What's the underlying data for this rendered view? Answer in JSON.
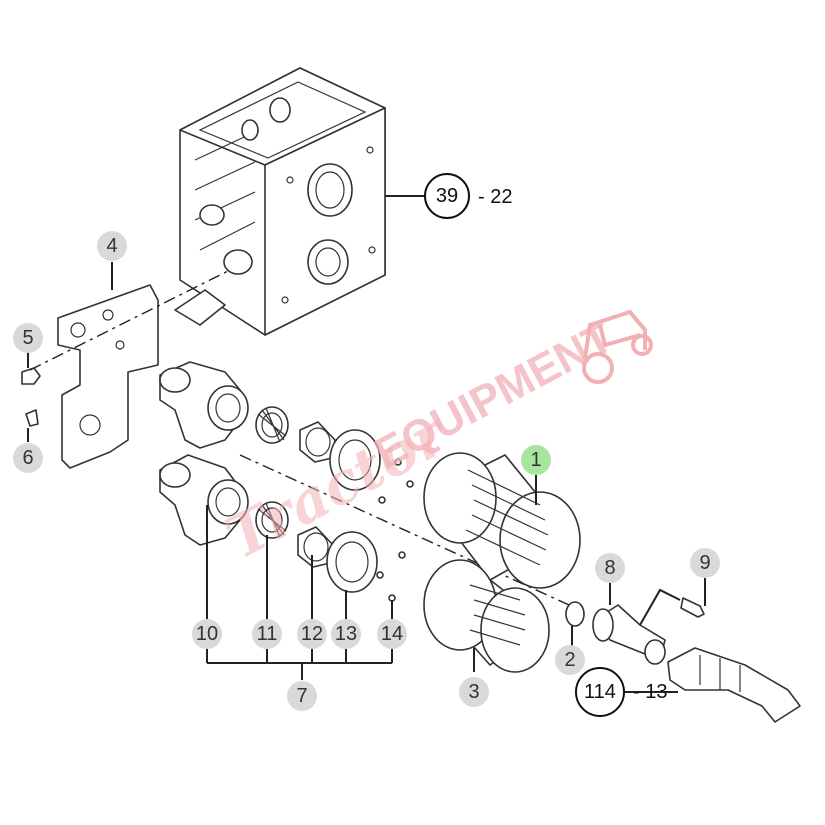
{
  "callouts": [
    {
      "id": "4",
      "label": "4",
      "highlight": false
    },
    {
      "id": "5",
      "label": "5",
      "highlight": false
    },
    {
      "id": "6",
      "label": "6",
      "highlight": false
    },
    {
      "id": "1",
      "label": "1",
      "highlight": true
    },
    {
      "id": "8",
      "label": "8",
      "highlight": false
    },
    {
      "id": "9",
      "label": "9",
      "highlight": false
    },
    {
      "id": "2",
      "label": "2",
      "highlight": false
    },
    {
      "id": "3",
      "label": "3",
      "highlight": false
    },
    {
      "id": "10",
      "label": "10",
      "highlight": false
    },
    {
      "id": "11",
      "label": "11",
      "highlight": false
    },
    {
      "id": "12",
      "label": "12",
      "highlight": false
    },
    {
      "id": "13",
      "label": "13",
      "highlight": false
    },
    {
      "id": "14",
      "label": "14",
      "highlight": false
    },
    {
      "id": "7",
      "label": "7",
      "highlight": false
    }
  ],
  "references": [
    {
      "id": "ref-39",
      "circle": "39",
      "suffix": "- 22"
    },
    {
      "id": "ref-114",
      "circle": "114",
      "suffix": "- 13"
    }
  ],
  "watermark": {
    "main": "EQUIPMENT",
    "script": "Tractor",
    "color": "#f2b0b5"
  },
  "colors": {
    "highlight": "#a8e6a0",
    "callout": "#d9d9d9",
    "line": "#333333"
  }
}
